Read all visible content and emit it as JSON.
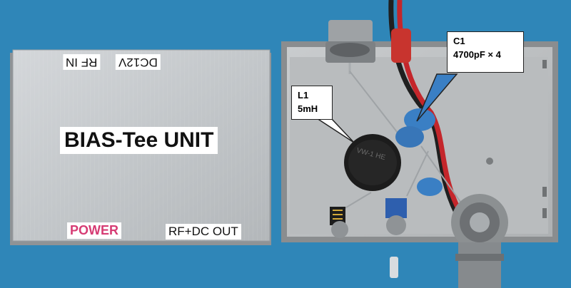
{
  "photo": {
    "lid_labels": {
      "rf_in": "RF IN",
      "dc12v": "DC12V",
      "title": "BIAS-Tee UNIT",
      "power": "POWER",
      "rf_dc_out": "RF+DC OUT"
    },
    "callouts": {
      "c1": {
        "name": "C1",
        "value": "4700pF × 4"
      },
      "l1": {
        "name": "L1",
        "value": "5mH"
      }
    },
    "colors": {
      "background": "#2f86b8",
      "aluminum": "#c6cacd",
      "power_label": "#d63c74",
      "capacitor": "#3a7fc4",
      "inductor": "#1c1c1c"
    }
  }
}
